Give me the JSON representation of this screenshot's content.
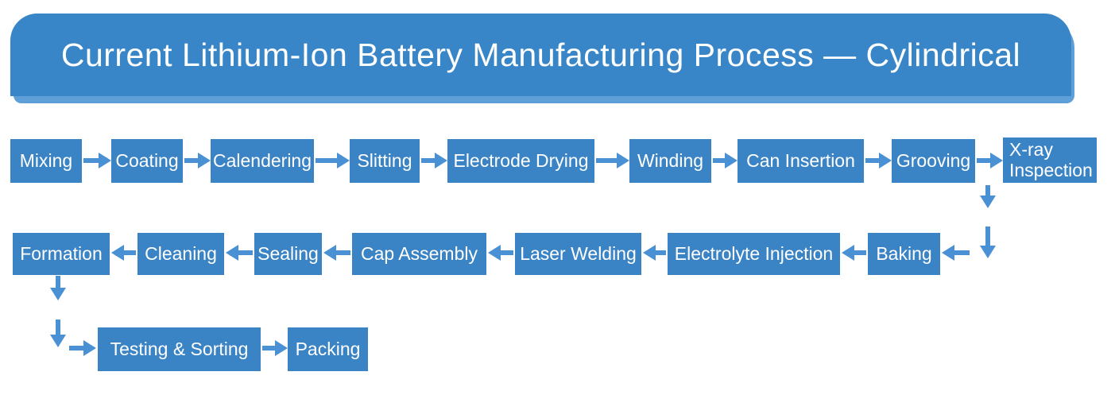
{
  "title": "Current Lithium-Ion Battery Manufacturing Process — Cylindrical",
  "colors": {
    "banner_fill": "#3886c8",
    "banner_underlay": "#5d9fd6",
    "node_fill": "#3a83c5",
    "arrow": "#4a90d5",
    "text": "#ffffff",
    "background": "#ffffff"
  },
  "flow": {
    "row1": {
      "direction": "left-to-right",
      "steps": [
        "Mixing",
        "Coating",
        "Calendering",
        "Slitting",
        "Electrode Drying",
        "Winding",
        "Can Insertion",
        "Grooving",
        "X-ray Inspection"
      ]
    },
    "row2": {
      "direction": "right-to-left",
      "steps": [
        "Baking",
        "Electrolyte Injection",
        "Laser Welding",
        "Cap Assembly",
        "Sealing",
        "Cleaning",
        "Formation"
      ]
    },
    "row3": {
      "direction": "left-to-right",
      "steps": [
        "Testing & Sorting",
        "Packing"
      ]
    }
  }
}
